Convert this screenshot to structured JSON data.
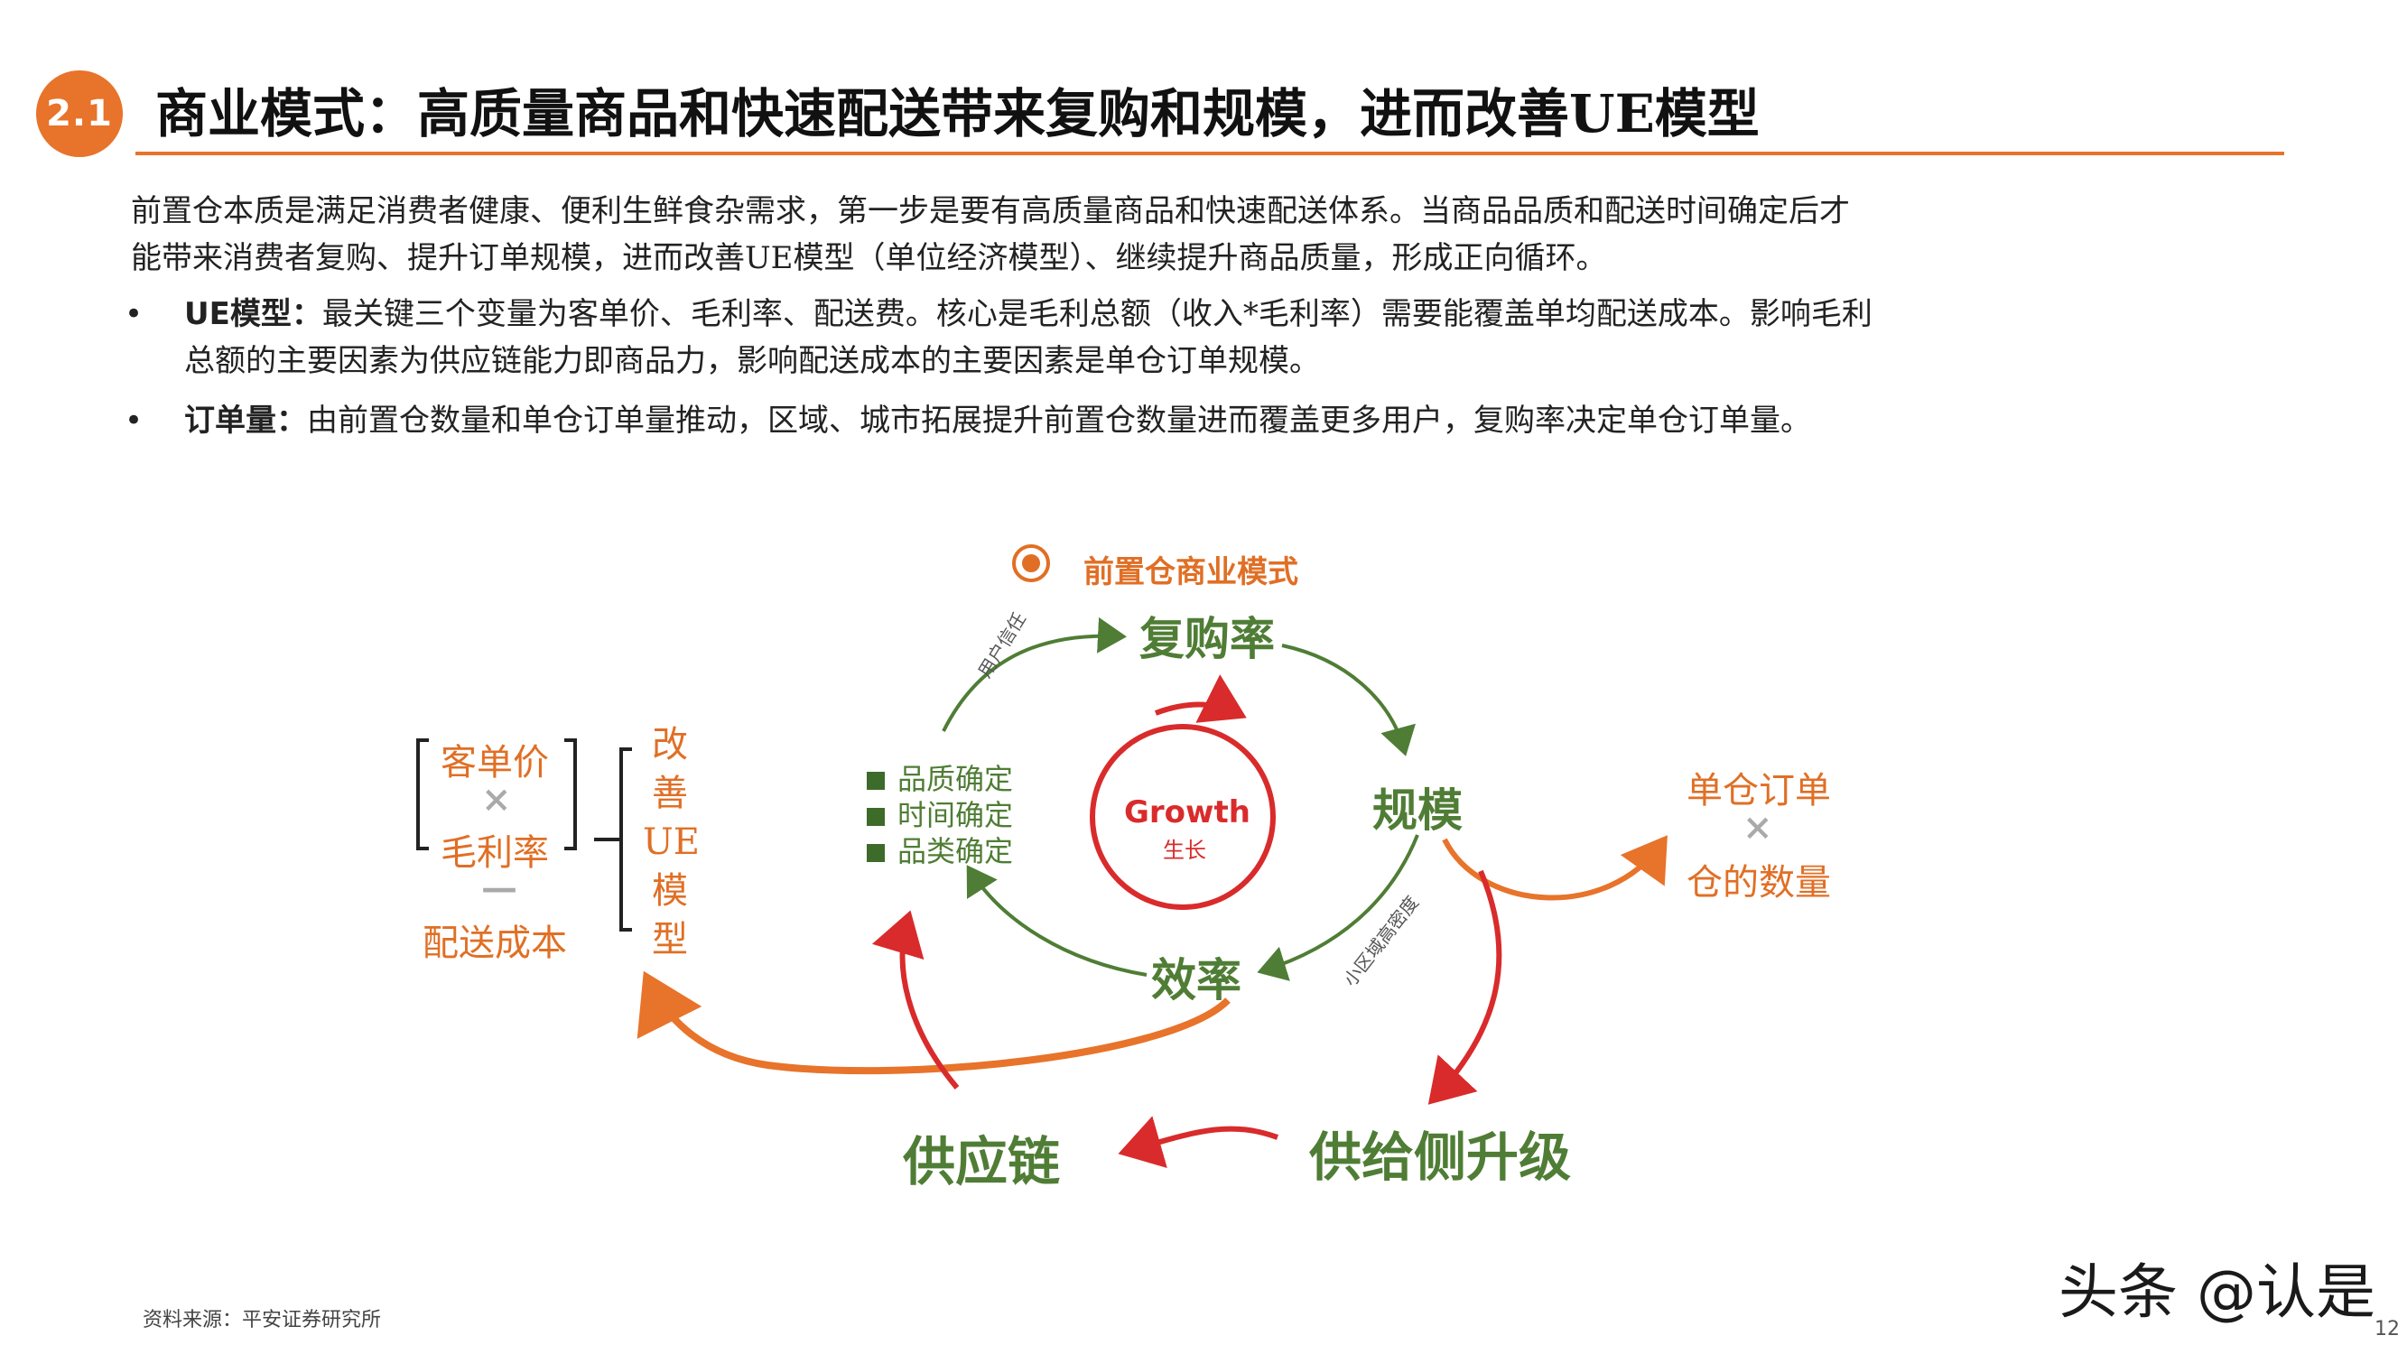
{
  "header": {
    "section_number": "2.1",
    "title": "商业模式：高质量商品和快速配送带来复购和规模，进而改善UE模型"
  },
  "intro": {
    "line1": "前置仓本质是满足消费者健康、便利生鲜食杂需求，第一步是要有高质量商品和快速配送体系。当商品品质和配送时间确定后才",
    "line2": "能带来消费者复购、提升订单规模，进而改善UE模型（单位经济模型）、继续提升商品质量，形成正向循环。"
  },
  "bullets": [
    {
      "bullet": "•",
      "lead": "UE模型：",
      "line1": "最关键三个变量为客单价、毛利率、配送费。核心是毛利总额（收入*毛利率）需要能覆盖单均配送成本。影响毛利",
      "line2": "总额的主要因素为供应链能力即商品力，影响配送成本的主要因素是单仓订单规模。"
    },
    {
      "bullet": "•",
      "lead": "订单量：",
      "line1": "由前置仓数量和单仓订单量推动，区域、城市拓展提升前置仓数量进而覆盖更多用户，复购率决定单仓订单量。"
    }
  ],
  "diagram": {
    "title": "前置仓商业模式",
    "nodes": {
      "repurchase": "复购率",
      "scale": "规模",
      "efficiency": "效率",
      "supply_chain": "供应链",
      "supply_upgrade": "供给侧升级"
    },
    "center": {
      "en": "Growth",
      "zh": "生长"
    },
    "arrow_labels": {
      "user_trust": "用户信任",
      "density": "小区域高密度"
    },
    "conditions": [
      "品质确定",
      "时间确定",
      "品类确定"
    ],
    "ue_formula": {
      "top": "客单价",
      "times": "×",
      "middle": "毛利率",
      "minus": "—",
      "bottom": "配送成本"
    },
    "ue_vertical": [
      "改",
      "善",
      "UE",
      "模",
      "型"
    ],
    "orders_formula": {
      "top": "单仓订单",
      "times": "×",
      "bottom": "仓的数量"
    },
    "colors": {
      "green": "#4f7d35",
      "orange": "#e8732a",
      "red": "#d92b2b"
    }
  },
  "footer": {
    "source": "资料来源：平安证券研究所",
    "watermark": "头条 @认是",
    "page": "12"
  }
}
